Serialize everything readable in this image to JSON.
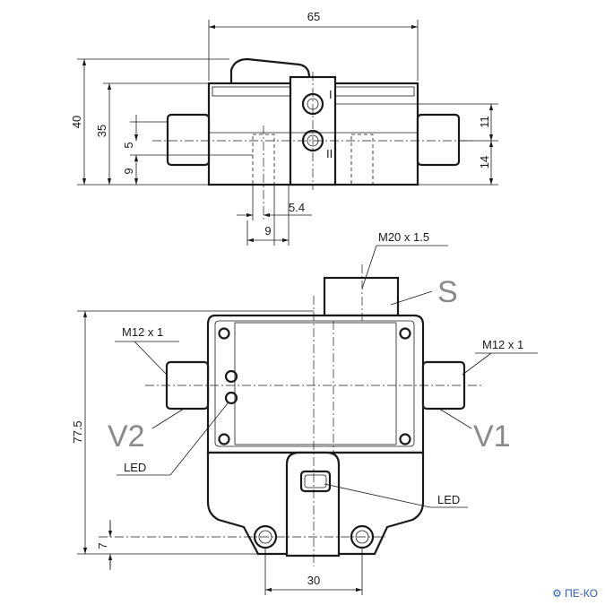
{
  "top_view": {
    "dims": {
      "width": "65",
      "height_total": "40",
      "height_body": "35",
      "d5": "5",
      "d9": "9",
      "d11": "11",
      "d14": "14",
      "d54": "5.4",
      "d9b": "9"
    },
    "marks": {
      "roman1": "I",
      "roman2": "II"
    }
  },
  "front_view": {
    "dims": {
      "height": "77.5",
      "d7": "7",
      "d30": "30"
    },
    "labels": {
      "m20": "M20 x 1.5",
      "m12_left": "M12 x 1",
      "m12_right": "M12 x 1",
      "s": "S",
      "v1": "V1",
      "v2": "V2",
      "led_left": "LED",
      "led_right": "LED"
    }
  },
  "watermark": {
    "text": "ПЕ-КО"
  },
  "colors": {
    "line": "#1a1a1a",
    "label_grey": "#8a8a8a",
    "logo_blue": "#2f5fb0"
  }
}
